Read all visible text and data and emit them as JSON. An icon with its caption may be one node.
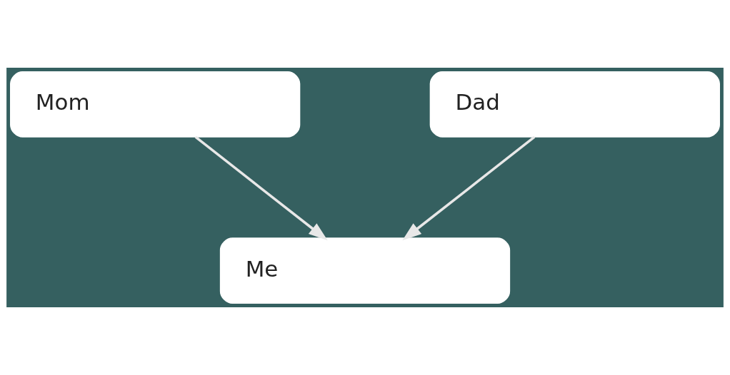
{
  "diagram": {
    "nodes": [
      {
        "text": [
          "Mom"
        ]
      },
      {
        "text": [
          "Dad"
        ]
      },
      {
        "text": [
          "Me"
        ]
      }
    ],
    "edges": [
      {
        "from": 0,
        "to": 2,
        "arrow": "to"
      },
      {
        "from": 1,
        "to": 2,
        "arrow": "to"
      }
    ]
  }
}
